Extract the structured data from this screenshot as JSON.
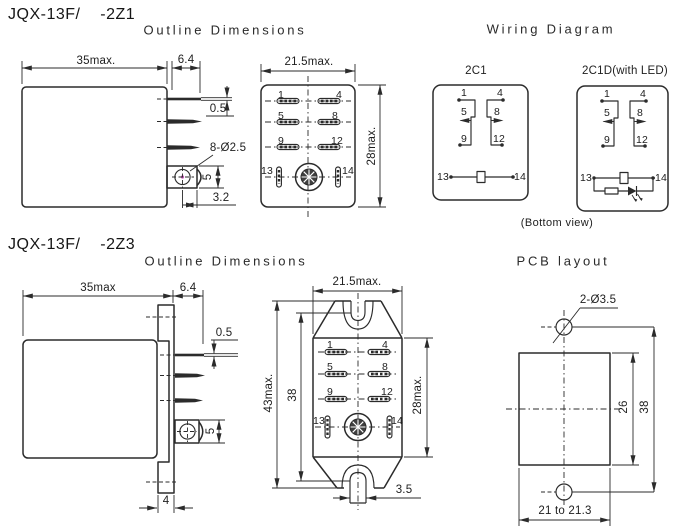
{
  "colors": {
    "ink": "#1e1e1e",
    "line": "#2b2b2b",
    "hole_mark": "#cc55bb"
  },
  "s2z1": {
    "model": "JQX-13F/    -2Z1",
    "outline_heading": "Outline Dimensions",
    "wiring_heading": "Wiring Diagram",
    "side_view": {
      "dim_width": "35max.",
      "dim_pin_length": "6.4",
      "dim_pin_thickness": "0.5",
      "hole_callout": "8-Ø2.5",
      "dim_tab_height": "5",
      "dim_hole_offset": "3.2"
    },
    "bottom_view": {
      "dim_width": "21.5max.",
      "dim_height": "28max.",
      "pins": [
        "1",
        "4",
        "5",
        "8",
        "9",
        "12",
        "13",
        "14"
      ]
    },
    "wiring": {
      "variant1": "2C1",
      "variant2": "2C1D(with LED)",
      "pins": [
        "1",
        "4",
        "5",
        "8",
        "9",
        "12",
        "13",
        "14"
      ],
      "note": "(Bottom view)"
    }
  },
  "s2z3": {
    "model": "JQX-13F/    -2Z3",
    "outline_heading": "Outline Dimensions",
    "pcb_heading": "PCB layout",
    "side_view": {
      "dim_width": "35max",
      "dim_pin_length": "6.4",
      "dim_pin_thickness": "0.5",
      "dim_tab_height": "5",
      "dim_tab_width": "4"
    },
    "bottom_view": {
      "dim_width": "21.5max.",
      "dim_total_height": "43max.",
      "dim_hole_span": "38",
      "dim_body_height": "28max.",
      "dim_slot_width": "3.5",
      "pins": [
        "1",
        "4",
        "5",
        "8",
        "9",
        "12",
        "13",
        "14"
      ]
    },
    "pcb": {
      "hole_callout": "2-Ø3.5",
      "dim_body_height": "26",
      "dim_hole_span": "38",
      "dim_width": "21 to 21.3"
    }
  }
}
